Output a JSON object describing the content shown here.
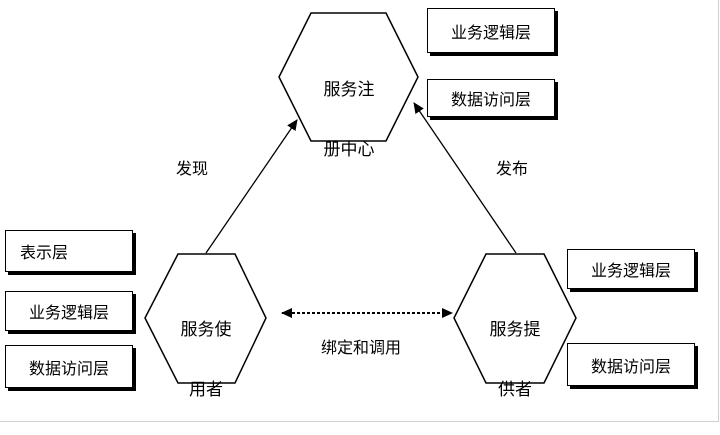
{
  "registry": {
    "label_line1": "服务注",
    "label_line2": "册中心"
  },
  "consumer": {
    "label_line1": "服务使",
    "label_line2": "用者"
  },
  "provider": {
    "label_line1": "服务提",
    "label_line2": "供者"
  },
  "registry_layers": [
    "业务逻辑层",
    "数据访问层"
  ],
  "consumer_layers": [
    "表示层",
    "业务逻辑层",
    "数据访问层"
  ],
  "provider_layers": [
    "业务逻辑层",
    "数据访问层"
  ],
  "edges": {
    "discover": "发现",
    "publish": "发布",
    "bind": "绑定和调用"
  }
}
